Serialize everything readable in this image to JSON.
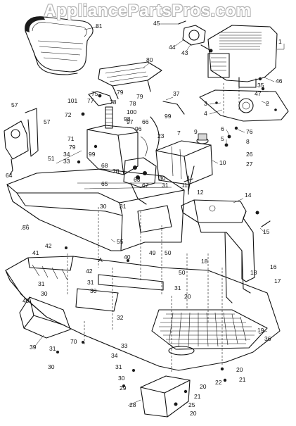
{
  "watermark": "AppliancePartsPros.com",
  "callouts": {
    "n1": "1",
    "n2": "2",
    "n3": "3",
    "n4": "4",
    "n5": "5",
    "n6": "6",
    "n7": "7",
    "n8": "8",
    "n9": "9",
    "n10": "10",
    "n11": "11",
    "n12": "12",
    "n14": "14",
    "n15": "15",
    "n16": "16",
    "n17": "17",
    "n18a": "18",
    "n18b": "18",
    "n19": "19",
    "n20a": "20",
    "n20b": "20",
    "n20c": "20",
    "n21a": "21",
    "n21b": "21",
    "n22": "22",
    "n23": "23",
    "n25": "25",
    "n26": "26",
    "n27": "27",
    "n28": "28",
    "n29": "29",
    "n30a": "30",
    "n30b": "30",
    "n30c": "30",
    "n30d": "30",
    "n30e": "30",
    "n31a": "31",
    "n31b": "31",
    "n31c": "31",
    "n31d": "31",
    "n31e": "31",
    "n32": "32",
    "n33a": "33",
    "n33b": "33",
    "n34a": "34",
    "n34b": "34",
    "n35": "35",
    "n36": "36",
    "n37": "37",
    "n39": "39",
    "n40a": "40",
    "n40b": "40",
    "n41": "41",
    "n42a": "42",
    "n42b": "42",
    "n43": "43",
    "n44": "44",
    "n45": "45",
    "n46": "46",
    "n47": "47",
    "n49": "49",
    "n50a": "50",
    "n50b": "50",
    "n51": "51",
    "n55": "55",
    "n56": "56",
    "n57a": "57",
    "n57b": "57",
    "n63": "63",
    "n64": "64",
    "n65": "65",
    "n66": "66",
    "n67": "67",
    "n68": "68",
    "n70": "70",
    "n71": "71",
    "n72": "72",
    "n75": "75",
    "n76": "76",
    "n77": "77",
    "n78a": "78",
    "n78b": "78",
    "n78c": "78",
    "n79a": "79",
    "n79b": "79",
    "n80": "80",
    "n81": "81",
    "n96": "96",
    "n97": "97",
    "n98": "98",
    "n99a": "99",
    "n99b": "99",
    "n100": "100",
    "n101": "101",
    "nA1": "A",
    "nA2": "A"
  }
}
